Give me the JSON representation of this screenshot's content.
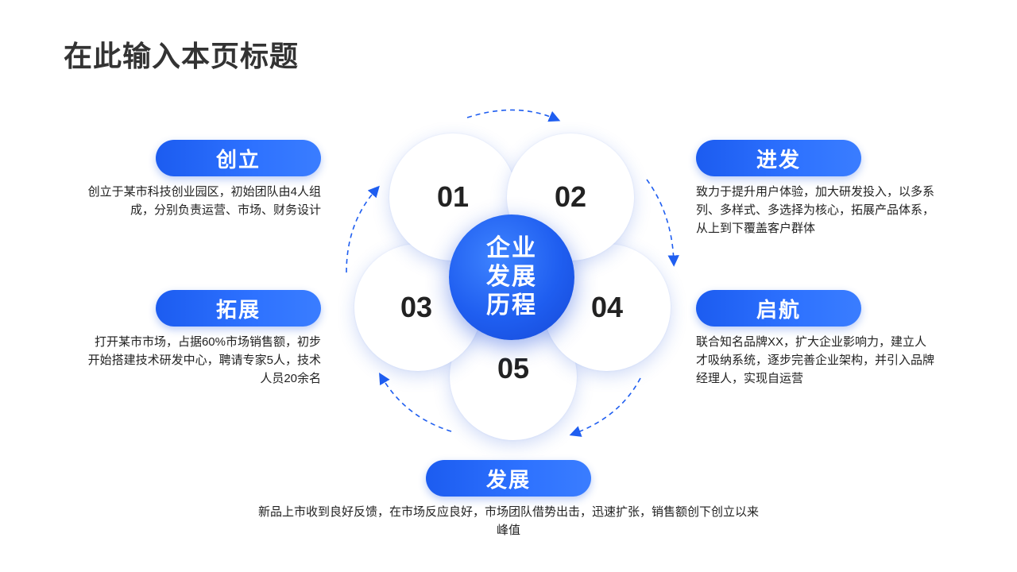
{
  "page": {
    "title": "在此输入本页标题"
  },
  "center": {
    "label": "企业发展历程"
  },
  "petals": [
    "01",
    "02",
    "03",
    "04",
    "05"
  ],
  "stages": [
    {
      "label": "创立",
      "desc": "创立于某市科技创业园区，初始团队由4人组成，分别负责运营、市场、财务设计"
    },
    {
      "label": "进发",
      "desc": "致力于提升用户体验，加大研发投入，以多系列、多样式、多选择为核心，拓展产品体系，从上到下覆盖客户群体"
    },
    {
      "label": "拓展",
      "desc": "打开某市市场，占据60%市场销售额，初步开始搭建技术研发中心，聘请专家5人，技术人员20余名"
    },
    {
      "label": "启航",
      "desc": "联合知名品牌XX，扩大企业影响力，建立人才吸纳系统，逐步完善企业架构，并引入品牌经理人，实现自运营"
    },
    {
      "label": "发展",
      "desc": "新品上市收到良好反馈，在市场反应良好，市场团队借势出击，迅速扩张，销售额创下创立以来峰值"
    }
  ],
  "colors": {
    "accent": "#1f5ef0",
    "text": "#222222",
    "title": "#333333"
  }
}
